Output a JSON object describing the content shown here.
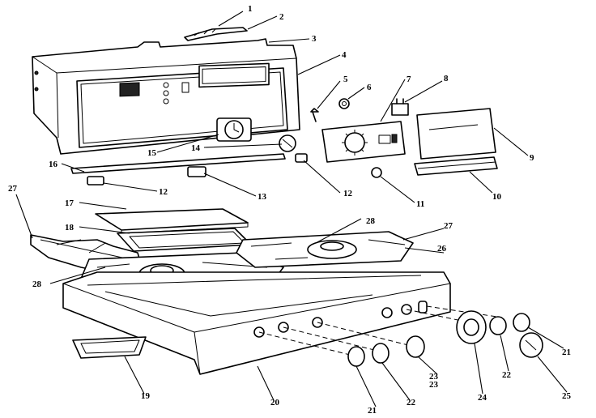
{
  "diagram": {
    "callouts": [
      {
        "id": "c1",
        "text": "1"
      },
      {
        "id": "c2",
        "text": "2"
      },
      {
        "id": "c3",
        "text": "3"
      },
      {
        "id": "c4",
        "text": "4"
      },
      {
        "id": "c5",
        "text": "5"
      },
      {
        "id": "c6",
        "text": "6"
      },
      {
        "id": "c7",
        "text": "7"
      },
      {
        "id": "c8",
        "text": "8"
      },
      {
        "id": "c9",
        "text": "9"
      },
      {
        "id": "c10",
        "text": "10"
      },
      {
        "id": "c11",
        "text": "11"
      },
      {
        "id": "c12a",
        "text": "12"
      },
      {
        "id": "c12b",
        "text": "12"
      },
      {
        "id": "c13",
        "text": "13"
      },
      {
        "id": "c14",
        "text": "14"
      },
      {
        "id": "c15",
        "text": "15"
      },
      {
        "id": "c16",
        "text": "16"
      },
      {
        "id": "c17",
        "text": "17"
      },
      {
        "id": "c18",
        "text": "18"
      },
      {
        "id": "c19",
        "text": "19"
      },
      {
        "id": "c20",
        "text": "20"
      },
      {
        "id": "c21a",
        "text": "21"
      },
      {
        "id": "c21b",
        "text": "21"
      },
      {
        "id": "c22a",
        "text": "22"
      },
      {
        "id": "c22b",
        "text": "22"
      },
      {
        "id": "c23a",
        "text": "23"
      },
      {
        "id": "c23b",
        "text": "23"
      },
      {
        "id": "c24",
        "text": "24"
      },
      {
        "id": "c25",
        "text": "25"
      },
      {
        "id": "c26",
        "text": "26"
      },
      {
        "id": "c27a",
        "text": "27"
      },
      {
        "id": "c27b",
        "text": "27"
      },
      {
        "id": "c28a",
        "text": "28"
      },
      {
        "id": "c28b",
        "text": "28"
      }
    ]
  }
}
